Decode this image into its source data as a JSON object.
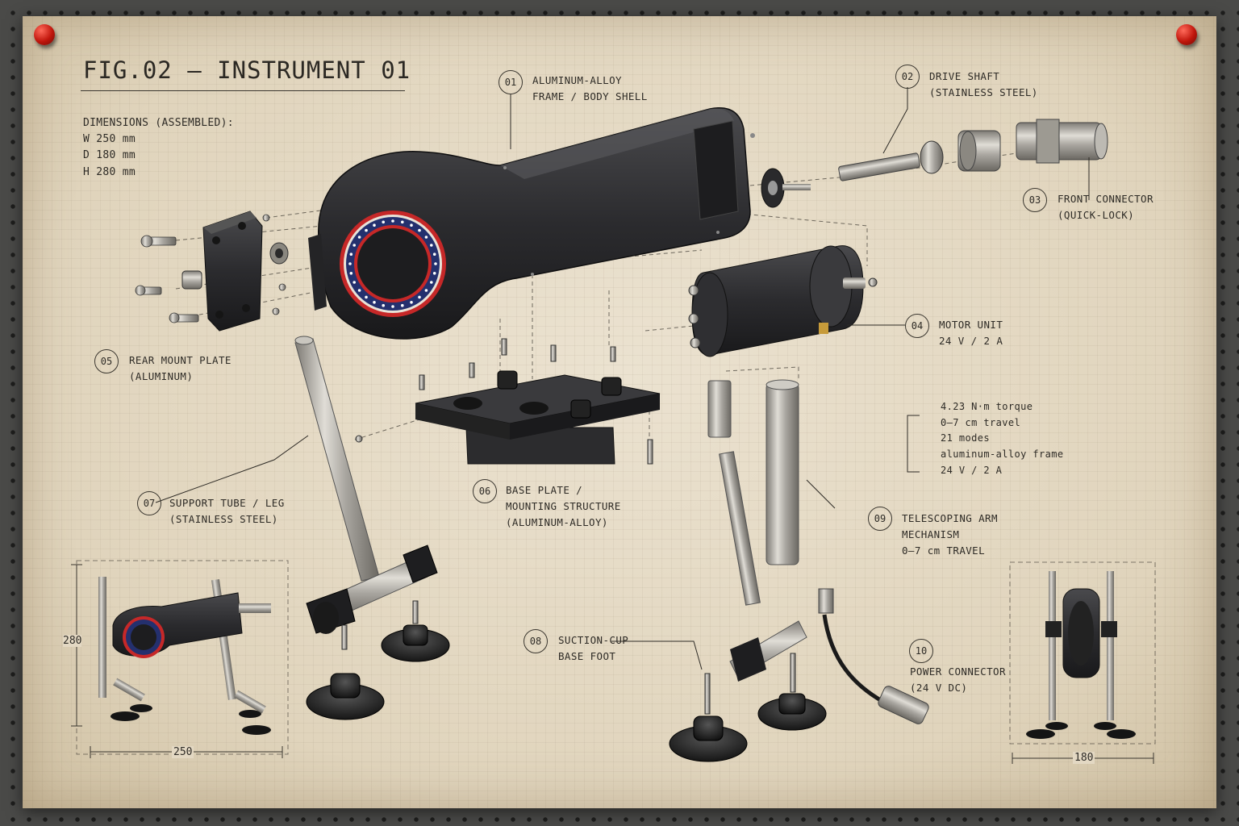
{
  "figure": {
    "title": "FIG.02 — INSTRUMENT 01"
  },
  "dimensions": {
    "heading": "DIMENSIONS (ASSEMBLED):",
    "lines": [
      "W 250  mm",
      "D 180  mm",
      "H 280  mm"
    ]
  },
  "parts": [
    {
      "num": "01",
      "lines": [
        "ALUMINUM-ALLOY",
        "FRAME / BODY SHELL"
      ]
    },
    {
      "num": "02",
      "lines": [
        "DRIVE SHAFT",
        "(STAINLESS STEEL)"
      ]
    },
    {
      "num": "03",
      "lines": [
        "FRONT CONNECTOR",
        "(QUICK-LOCK)"
      ]
    },
    {
      "num": "04",
      "lines": [
        "MOTOR UNIT",
        "24 V / 2 A"
      ]
    },
    {
      "num": "05",
      "lines": [
        "REAR MOUNT PLATE",
        "(ALUMINUM)"
      ]
    },
    {
      "num": "06",
      "lines": [
        "BASE PLATE /",
        "MOUNTING STRUCTURE",
        "(ALUMINUM-ALLOY)"
      ]
    },
    {
      "num": "07",
      "lines": [
        "SUPPORT TUBE / LEG",
        "(STAINLESS STEEL)"
      ]
    },
    {
      "num": "08",
      "lines": [
        "SUCTION-CUP",
        "BASE FOOT"
      ]
    },
    {
      "num": "09",
      "lines": [
        "TELESCOPING ARM",
        "MECHANISM",
        "0–7 cm TRAVEL"
      ]
    },
    {
      "num": "10",
      "lines": [
        "POWER CONNECTOR",
        "(24 V DC)"
      ]
    }
  ],
  "specs": [
    "4.23 N·m torque",
    "0–7 cm travel",
    "21 modes",
    "aluminum-alloy frame",
    "24 V / 2 A"
  ],
  "views": {
    "left_height": "280",
    "left_width": "250",
    "right_width": "180"
  },
  "colors": {
    "paper": "#e5dac6",
    "ink": "#2e2b26",
    "body_black": "#2a2a2c",
    "steel": "#b7b4ad",
    "ring_red": "#c62828",
    "ring_blue": "#24306e",
    "pin_red": "#c0160c",
    "board": "#4a4a48"
  }
}
